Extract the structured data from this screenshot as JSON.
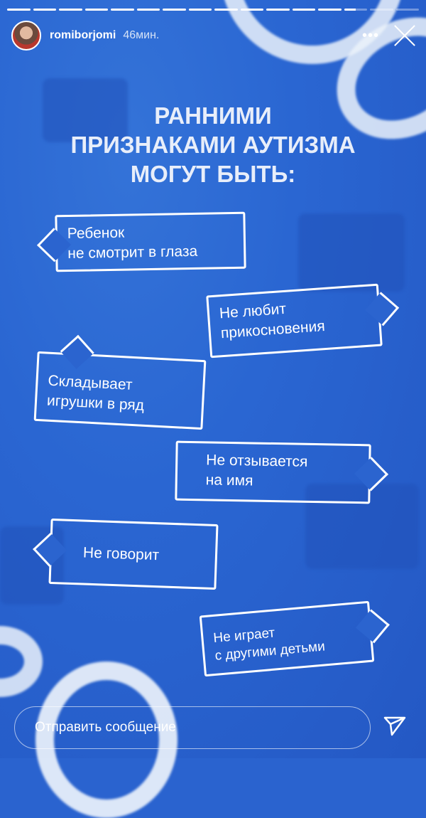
{
  "story": {
    "username": "romiborjomi",
    "time_ago": "46мин.",
    "segments_total": 16,
    "segments_viewed": 13,
    "current_progress": 0.5
  },
  "content": {
    "title_lines": [
      "РАННИМИ",
      "ПРИЗНАКАМИ АУТИЗМА",
      "МОГУТ БЫТЬ:"
    ],
    "signs": [
      [
        "Ребенок",
        "не смотрит в глаза"
      ],
      [
        "Не любит",
        "прикосновения"
      ],
      [
        "Складывает",
        "игрушки в ряд"
      ],
      [
        "Не отзывается",
        "на имя"
      ],
      [
        "Не говорит"
      ],
      [
        "Не играет",
        "с другими детьми"
      ]
    ]
  },
  "footer": {
    "message_placeholder": "Отправить сообщение"
  },
  "colors": {
    "background": "#2a63cf",
    "text": "#ffffff"
  }
}
